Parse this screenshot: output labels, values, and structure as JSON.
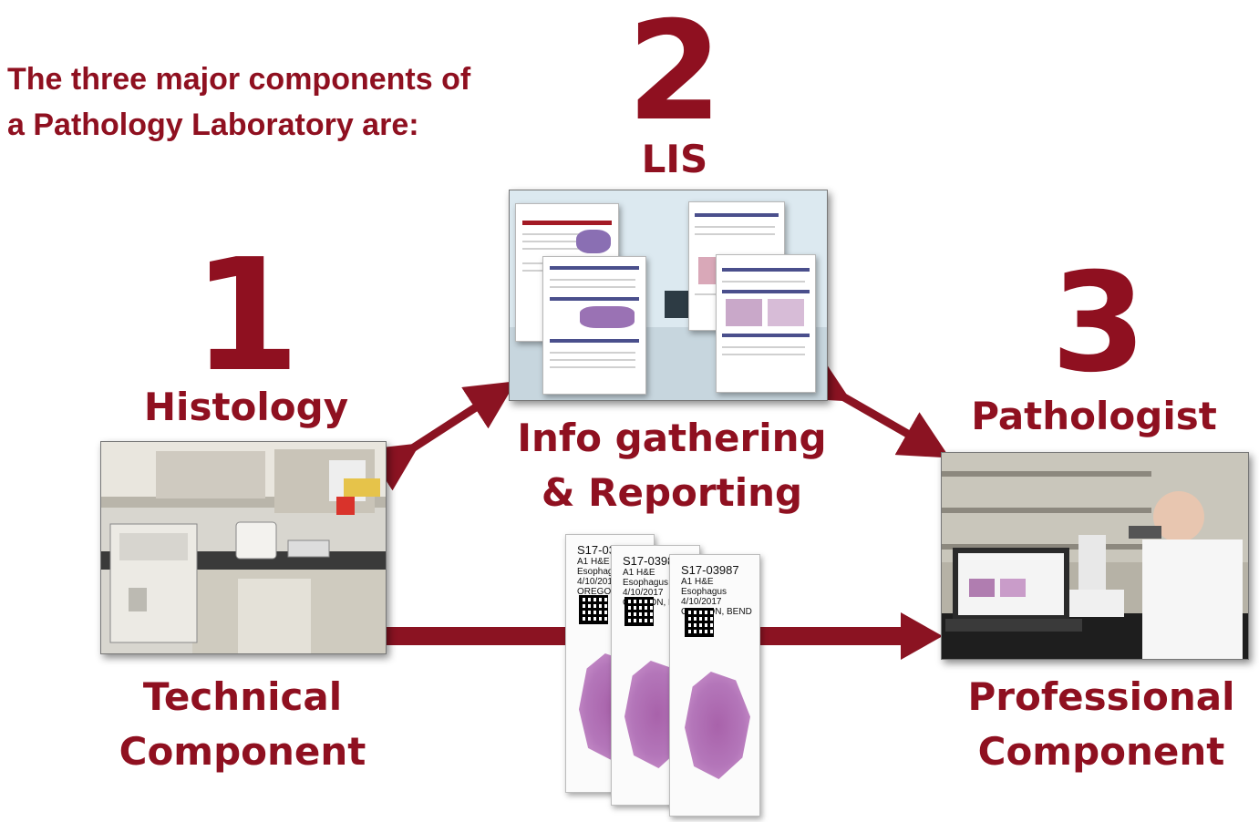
{
  "intro": {
    "line1": "The three major components of",
    "line2": "a Pathology Laboratory are:"
  },
  "components": [
    {
      "number": "1",
      "name": "Histology",
      "caption_line1": "Technical",
      "caption_line2": "Component"
    },
    {
      "number": "2",
      "name": "LIS",
      "caption_line1": "Info gathering",
      "caption_line2": "& Reporting"
    },
    {
      "number": "3",
      "name": "Pathologist",
      "caption_line1": "Professional",
      "caption_line2": "Component"
    }
  ],
  "slides": [
    {
      "id": "S17-03987",
      "stain": "A1 H&E",
      "tissue": "Esophagus",
      "date": "4/10/2017",
      "location": "OREGON, BEND"
    },
    {
      "id": "S17-03987",
      "stain": "A1 H&E",
      "tissue": "Esophagus",
      "date": "4/10/2017",
      "location": "OREGON, BEND"
    },
    {
      "id": "S17-03987",
      "stain": "A1 H&E",
      "tissue": "Esophagus",
      "date": "4/10/2017",
      "location": "OREGON, BEND"
    }
  ],
  "colors": {
    "brand": "#8f1020",
    "arrow": "#8b1322",
    "tissue": "#a45aa6"
  },
  "icons": {
    "histology_photo": "histology-lab-photo",
    "lis_photo": "lis-reports-photo",
    "pathologist_photo": "pathologist-microscope-photo"
  }
}
